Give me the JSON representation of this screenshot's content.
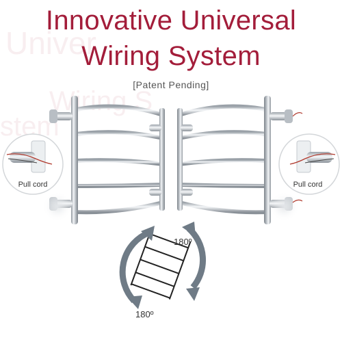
{
  "header": {
    "title_line1": "Innovative Universal",
    "title_line2": "Wiring System",
    "subtitle": "[Patent Pending]"
  },
  "callouts": {
    "left_label": "Pull cord",
    "right_label": "Pull cord"
  },
  "rotation": {
    "top_label": "180º",
    "bottom_label": "180º"
  },
  "colors": {
    "title": "#a31d3a",
    "arrow": "#6f7b86",
    "chrome": "#c9ced3"
  }
}
